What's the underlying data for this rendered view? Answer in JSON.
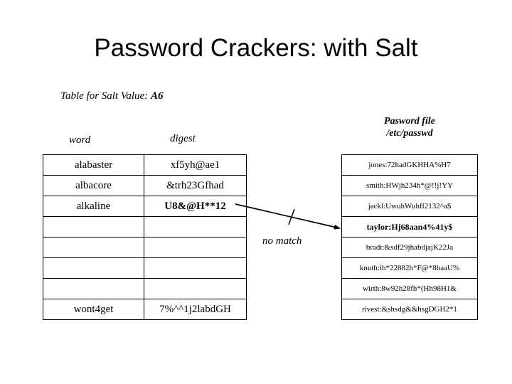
{
  "slide": {
    "title": "Password Crackers: with Salt",
    "background_color": "#ffffff",
    "text_color": "#000000"
  },
  "salt_table": {
    "caption_prefix": "Table for Salt Value: ",
    "salt_value": "A6",
    "columns": [
      "word",
      "digest"
    ],
    "rows": [
      {
        "word": "alabaster",
        "digest": "xf5yh@ae1"
      },
      {
        "word": "albacore",
        "digest": "&trh23Gfhad"
      },
      {
        "word": "alkaline",
        "digest": "U8&@H**12"
      },
      {
        "word": "",
        "digest": ""
      },
      {
        "word": "",
        "digest": ""
      },
      {
        "word": "",
        "digest": ""
      },
      {
        "word": "",
        "digest": ""
      },
      {
        "word": "wont4get",
        "digest": "7%^^1j2labdGH"
      }
    ]
  },
  "passwd_file": {
    "header_line1": "Pasword file",
    "header_line2": "/etc/passwd",
    "entries": [
      "jones:72hadGKHHA%H7",
      "smith:HWjh234h*@!!j!YY",
      "jackl:UwuhWuhfl2132^a$",
      "taylor:Hj68aan4%41y$",
      "bradt:&sdf29jhabdjajK22Ja",
      "knuth:ih*22882h*F@*8haaU%",
      "wirth:8w92h28fh*(Hh98H1&",
      "rivest:&shsdg&&hsgDGH2*1"
    ]
  },
  "annotation": {
    "no_match_label": "no match",
    "arrow_color": "#000000",
    "arrow_from": "salt-table digest row 3 (alkaline)",
    "arrow_to": "passwd entry row 4 (taylor)"
  }
}
